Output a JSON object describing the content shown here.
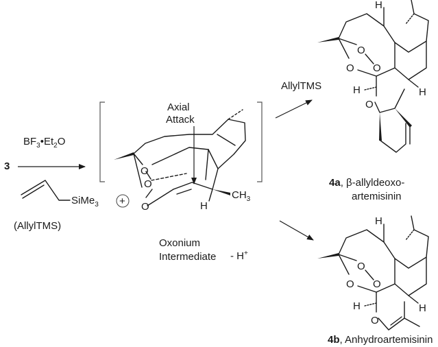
{
  "reagents": {
    "start_compound": "3",
    "lewis_acid_main": "BF",
    "lewis_acid_sub3": "3",
    "lewis_acid_rest": "•Et",
    "lewis_acid_sub2": "2",
    "lewis_acid_end": "O",
    "silane_group": "SiMe",
    "silane_sub": "3",
    "allyltms_label": "(AllylTMS)"
  },
  "intermediate": {
    "attack_line1": "Axial",
    "attack_line2": "Attack",
    "ring_o1": "O",
    "ring_o2": "O",
    "ring_o3": "O",
    "ring_h": "H",
    "methyl": "CH",
    "methyl_sub": "3",
    "caption_line1": "Oxonium",
    "caption_line2": "Intermediate",
    "cation_symbol": "+"
  },
  "upper_path": {
    "reagent_label": "AllylTMS",
    "atoms": {
      "h_top": "H",
      "h_right": "H",
      "h_left": "H",
      "o_peroxide1": "O",
      "o_peroxide2": "O",
      "o_left": "O",
      "o_bottom": "O"
    },
    "product_id": "4a",
    "product_name_line1": ", β-allyldeoxo-",
    "product_name_line2": "artemisinin"
  },
  "lower_path": {
    "reagent_label": "- H",
    "reagent_sup": "+",
    "atoms": {
      "h_top": "H",
      "h_right": "H",
      "h_left": "H",
      "o_peroxide1": "O",
      "o_peroxide2": "O",
      "o_left": "O",
      "o_bottom": "O"
    },
    "product_id": "4b",
    "product_name": ", Anhydroartemisinin"
  }
}
